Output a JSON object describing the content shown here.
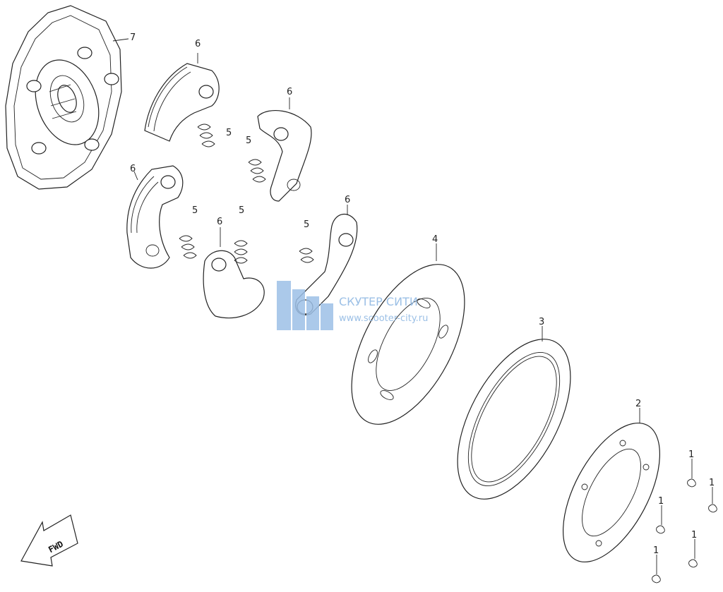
{
  "diagram": {
    "callouts": [
      {
        "id": "c7",
        "text": "7"
      },
      {
        "id": "c6a",
        "text": "6"
      },
      {
        "id": "c6b",
        "text": "6"
      },
      {
        "id": "c6c",
        "text": "6"
      },
      {
        "id": "c6d",
        "text": "6"
      },
      {
        "id": "c6e",
        "text": "6"
      },
      {
        "id": "c5a",
        "text": "5"
      },
      {
        "id": "c5b",
        "text": "5"
      },
      {
        "id": "c5c",
        "text": "5"
      },
      {
        "id": "c5d",
        "text": "5"
      },
      {
        "id": "c5e",
        "text": "5"
      },
      {
        "id": "c4",
        "text": "4"
      },
      {
        "id": "c3",
        "text": "3"
      },
      {
        "id": "c2",
        "text": "2"
      },
      {
        "id": "c1a",
        "text": "1"
      },
      {
        "id": "c1b",
        "text": "1"
      },
      {
        "id": "c1c",
        "text": "1"
      },
      {
        "id": "c1d",
        "text": "1"
      },
      {
        "id": "c1e",
        "text": "1"
      }
    ],
    "direction_arrow": "FWD",
    "watermark": {
      "brand": "СКУТЕР СИТИ",
      "url": "www.scooter-city.ru"
    },
    "colors": {
      "line": "#222222",
      "watermark": "#9cc0e6",
      "background": "#ffffff"
    }
  }
}
